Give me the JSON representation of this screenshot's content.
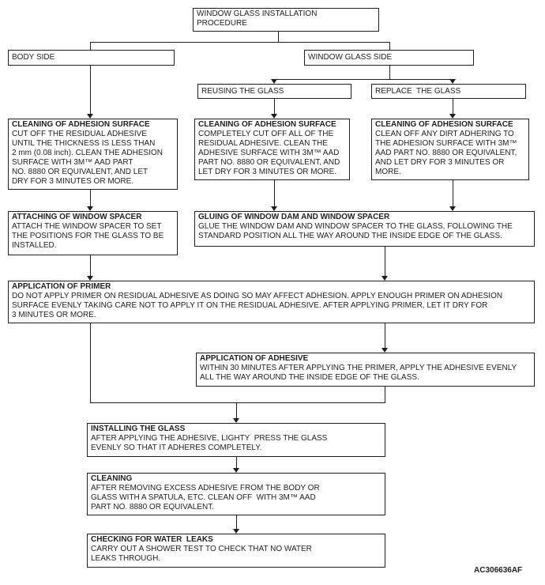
{
  "figure_code": "AC306636AF",
  "colors": {
    "background": "#ffffff",
    "line": "#1f1f1f",
    "text": "#1f1f1f"
  },
  "nodes": {
    "procedure": {
      "title": "WINDOW GLASS INSTALLATION\nPROCEDURE"
    },
    "body_side": {
      "title": "BODY SIDE"
    },
    "window_glass_side": {
      "title": "WINDOW GLASS SIDE"
    },
    "reusing_the_glass": {
      "title": "REUSING THE GLASS"
    },
    "replace_the_glass": {
      "title": "REPLACE  THE GLASS"
    },
    "cleaning_body_side": {
      "title": "CLEANING OF ADHESION SURFACE",
      "body": "CUT OFF THE RESIDUAL ADHESIVE\nUNTIL THE THICKNESS IS LESS THAN\n2 mm (0.08 inch). CLEAN THE ADHESION\nSURFACE WITH 3M™ AAD PART\nNO. 8880 OR EQUIVALENT, AND LET\nDRY FOR 3 MINUTES OR MORE."
    },
    "cleaning_reused_glass": {
      "title": "CLEANING OF ADHESION SURFACE",
      "body": "COMPLETELY CUT OFF ALL OF THE\nRESIDUAL ADHESIVE. CLEAN THE\nADHESIVE SURFACE WITH 3M™ AAD\nPART NO. 8880 OR EQUIVALENT, AND\nLET DRY FOR 3 MINUTES OR MORE."
    },
    "cleaning_new_glass": {
      "title": "CLEANING OF ADHESION SURFACE",
      "body": "CLEAN OFF ANY DIRT ADHERING TO\nTHE ADHESION SURFACE WITH 3M™\nAAD PART NO. 8880 OR EQUIVALENT,\nAND LET DRY FOR 3 MINUTES OR\nMORE."
    },
    "attaching_window_spacer": {
      "title": "ATTACHING OF WINDOW SPACER",
      "body": "ATTACH THE WINDOW SPACER TO SET\nTHE POSITIONS FOR THE GLASS TO BE\nINSTALLED."
    },
    "gluing_dam_and_spacer": {
      "title": "GLUING OF WINDOW DAM AND WINDOW SPACER",
      "body": "GLUE THE WINDOW DAM AND WINDOW SPACER TO THE GLASS, FOLLOWING THE\nSTANDARD POSITION ALL THE WAY AROUND THE INSIDE EDGE OF THE GLASS."
    },
    "application_of_primer": {
      "title": "APPLICATION OF PRIMER",
      "body": "DO NOT APPLY PRIMER ON RESIDUAL ADHESIVE AS DOING SO MAY AFFECT ADHESION. APPLY ENOUGH PRIMER ON ADHESION\nSURFACE EVENLY TAKING CARE NOT TO APPLY IT ON THE RESIDUAL ADHESIVE. AFTER APPLYING PRIMER, LET IT DRY FOR\n3 MINUTES OR MORE."
    },
    "application_of_adhesive": {
      "title": "APPLICATION OF ADHESIVE",
      "body": "WITHIN 30 MINUTES AFTER APPLYING THE PRIMER, APPLY THE ADHESIVE EVENLY\nALL THE WAY AROUND THE INSIDE EDGE OF THE GLASS."
    },
    "installing_the_glass": {
      "title": "INSTALLING THE GLASS",
      "body": "AFTER APPLYING THE ADHESIVE, LIGHTY  PRESS THE GLASS\nEVENLY SO THAT IT ADHERES COMPLETELY."
    },
    "cleaning_final": {
      "title": "CLEANING",
      "body": "AFTER REMOVING EXCESS ADHESIVE FROM THE BODY OR\nGLASS WITH A SPATULA, ETC. CLEAN OFF  WITH 3M™ AAD\nPART NO. 8880 OR EQUIVALENT."
    },
    "checking_water_leaks": {
      "title": "CHECKING FOR WATER  LEAKS",
      "body": "CARRY OUT A SHOWER TEST TO CHECK THAT NO WATER\nLEAKS THROUGH."
    }
  }
}
